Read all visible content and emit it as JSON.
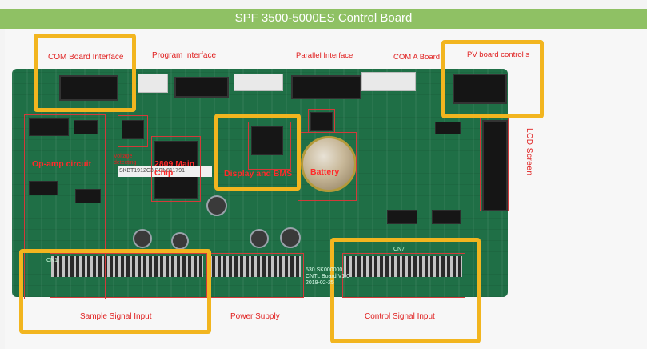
{
  "title": "SPF 3500-5000ES Control Board",
  "labels": {
    "com_board": "COM  Board Interface",
    "program": "Program Interface",
    "parallel": "Parallel Interface",
    "com_a": "COM A Board",
    "pv_board": "PV board control signal",
    "lcd": "LCD Screen",
    "op_amp": "Op-amp circuit",
    "voltage": "Voltage detecting",
    "main_chip": "2809 Main Chip",
    "display_bms": "Display and BMS",
    "battery": "Battery",
    "sample_input": "Sample Signal Input",
    "power_supply": "Power Supply",
    "control_input": "Control Signal Input"
  },
  "silkscreen": {
    "board_ref": "530.SK000000\nCNTL Board V1.0\n2019-02-25",
    "cn1": "CN1",
    "cn7": "CN7",
    "serial": "SKBT1912C3 BSN811791"
  },
  "colors": {
    "title_bar": "#8fc164",
    "highlight": "#f2b51f",
    "label_red": "#e02020",
    "pcb_green": "#1f6f46"
  }
}
